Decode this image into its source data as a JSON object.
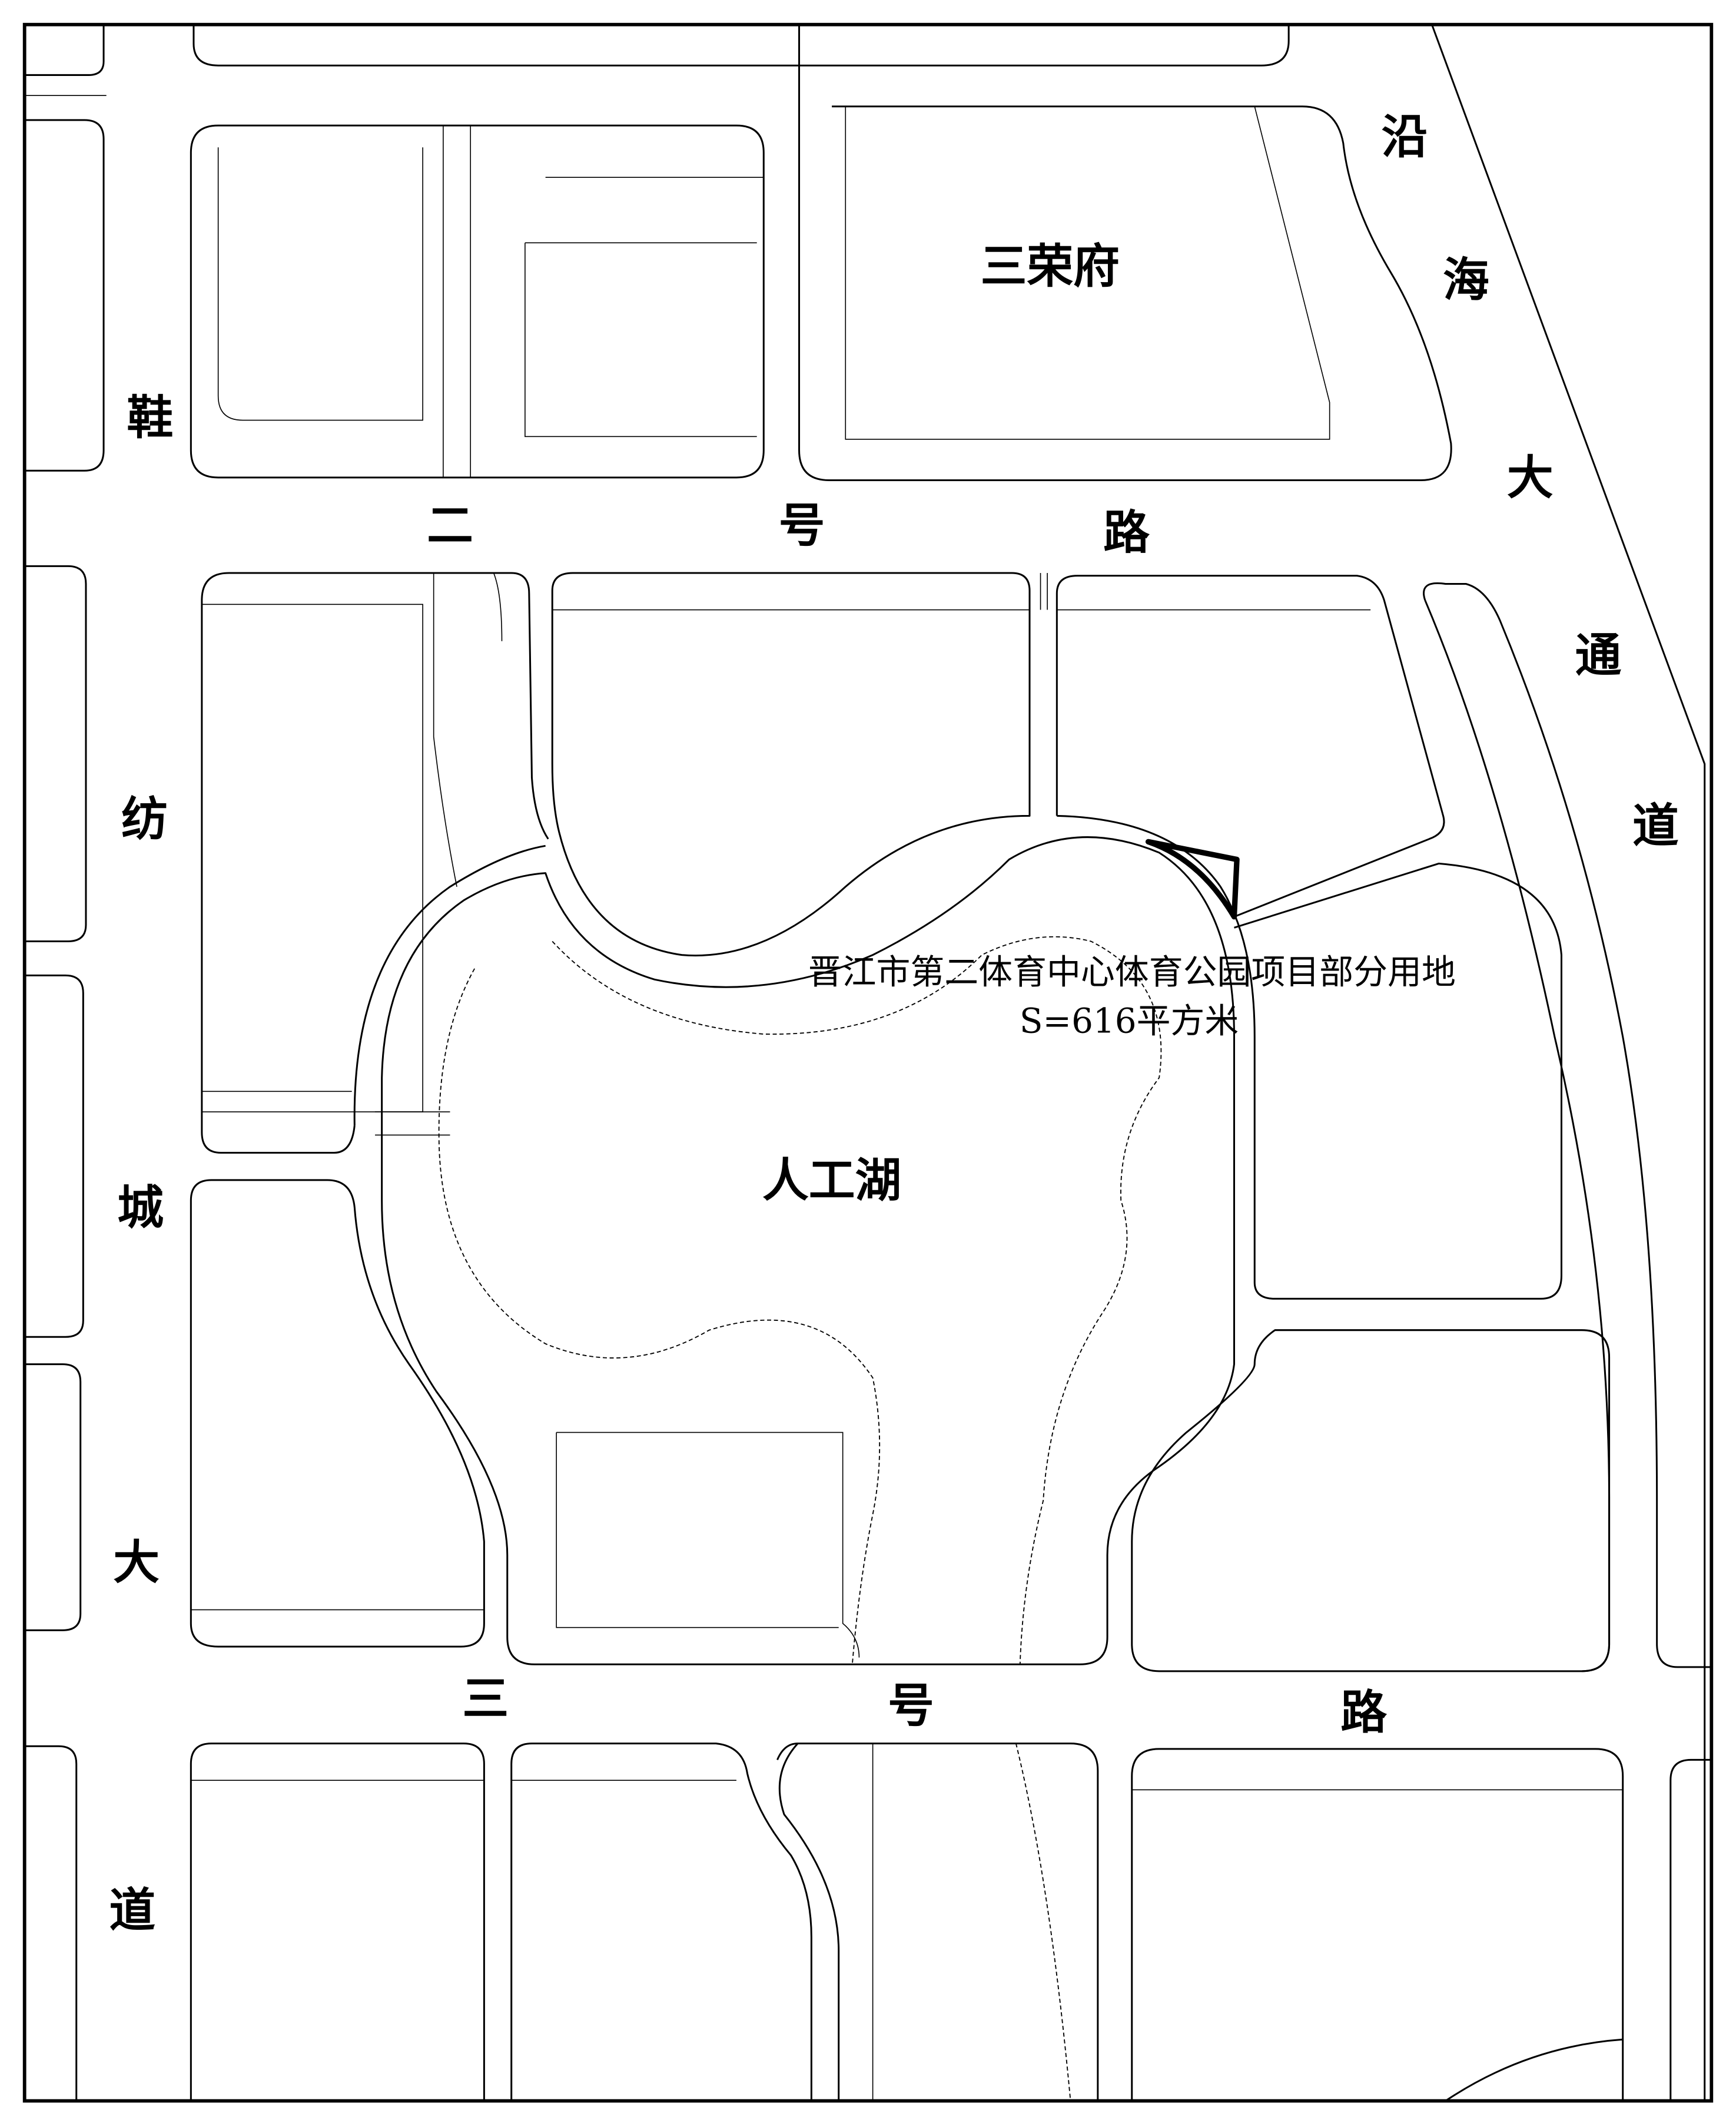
{
  "roads": {
    "coastal_avenue": [
      "沿",
      "海",
      "大",
      "通",
      "道"
    ],
    "shoe_textile_avenue": [
      "鞋",
      "纺",
      "城",
      "大",
      "道"
    ],
    "road_2": [
      "二",
      "号",
      "路"
    ],
    "road_3": [
      "三",
      "号",
      "路"
    ]
  },
  "places": {
    "residential": "三荣府",
    "lake": "人工湖"
  },
  "parcel": {
    "name": "晋江市第二体育中心体育公园项目部分用地",
    "area": "S=616平方米"
  }
}
